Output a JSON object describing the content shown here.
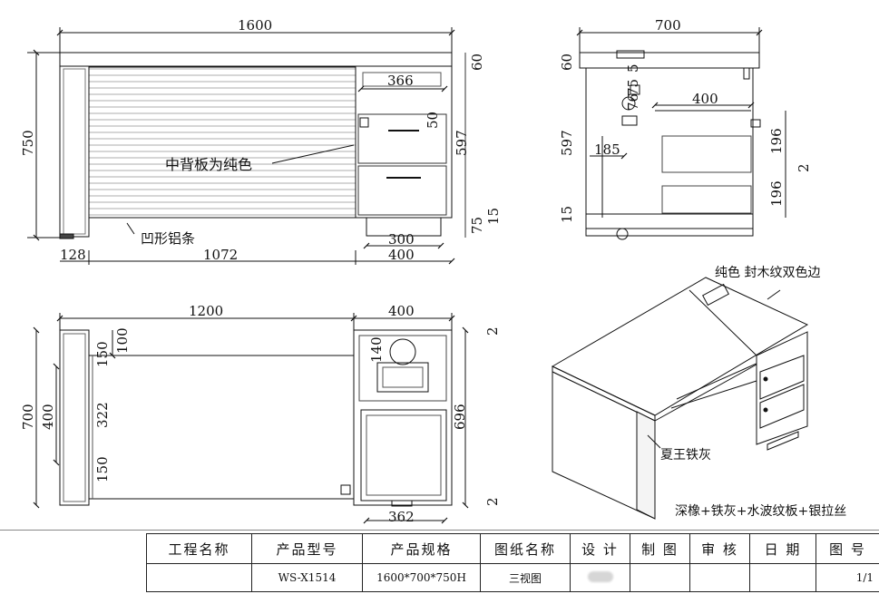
{
  "front_view": {
    "overall_width": "1600",
    "height": "750",
    "top_thickness": "60",
    "drawer_width": "366",
    "drawer_gap": "50",
    "right_height": "597",
    "foot_clearance": "75",
    "bottom_gap": "15",
    "pedestal_base": "300",
    "pedestal_width": "400",
    "left_leg": "128",
    "panel_span": "1072",
    "note_back_panel": "中背板为纯色",
    "note_aluminium": "凹形铝条"
  },
  "side_view": {
    "depth": "700",
    "top_thickness": "60",
    "dim_5": "5",
    "dim_75": "75",
    "dim_76": "76",
    "pedestal_width": "400",
    "height_597": "597",
    "offset_185": "185",
    "drawer_196_a": "196",
    "drawer_196_b": "196",
    "gap_2": "2",
    "bottom_15": "15"
  },
  "plan_view": {
    "desk_width": "1200",
    "pedestal_width": "400",
    "gap_top": "2",
    "gap_bottom": "2",
    "dim_100": "100",
    "dim_140": "140",
    "dim_150_a": "150",
    "dim_322": "322",
    "dim_150_b": "150",
    "depth": "700",
    "inner_400": "400",
    "pedestal_depth": "696",
    "bottom_362": "362"
  },
  "iso_view": {
    "note_top": "纯色 封木纹双色边",
    "note_side": "夏王铁灰",
    "material": "深橡+铁灰+水波纹板+银拉丝"
  },
  "title_block": {
    "headers": [
      "工程名称",
      "产品型号",
      "产品规格",
      "图纸名称",
      "设 计",
      "制 图",
      "审 核",
      "日 期",
      "图 号"
    ],
    "values": [
      "",
      "WS-X1514",
      "1600*700*750H",
      "三视图",
      "",
      "",
      "",
      "",
      "1/1"
    ]
  }
}
